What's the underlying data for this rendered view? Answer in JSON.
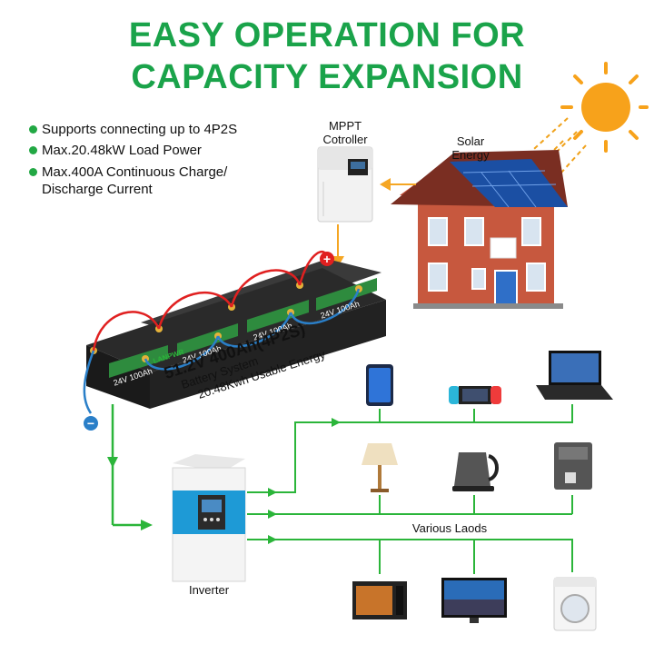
{
  "title": {
    "line1": "EASY OPERATION FOR",
    "line2": "CAPACITY EXPANSION"
  },
  "features": [
    "Supports connecting up to 4P2S",
    "Max.20.48kW Load Power",
    "Max.400A Continuous Charge/",
    "Discharge Current"
  ],
  "mppt": {
    "line1": "MPPT",
    "line2": "Cotroller"
  },
  "solar": {
    "line1": "Solar",
    "line2": "Energy"
  },
  "battery": {
    "brand": "LANPWR",
    "cell_label": "24V 100Ah",
    "spec": "51.2V 400Ah(4P2S)",
    "system": "Battery System",
    "energy": "20.48Kwh Usable Energy",
    "plus": "+",
    "minus": "−"
  },
  "inverter": {
    "label": "Inverter"
  },
  "loads": {
    "label": "Various Laods"
  },
  "colors": {
    "green": "#2bb53a",
    "arrow_orange": "#f5a623",
    "title_green": "#1aa34a",
    "positive": "#e02020",
    "negative": "#2a7fc8"
  }
}
